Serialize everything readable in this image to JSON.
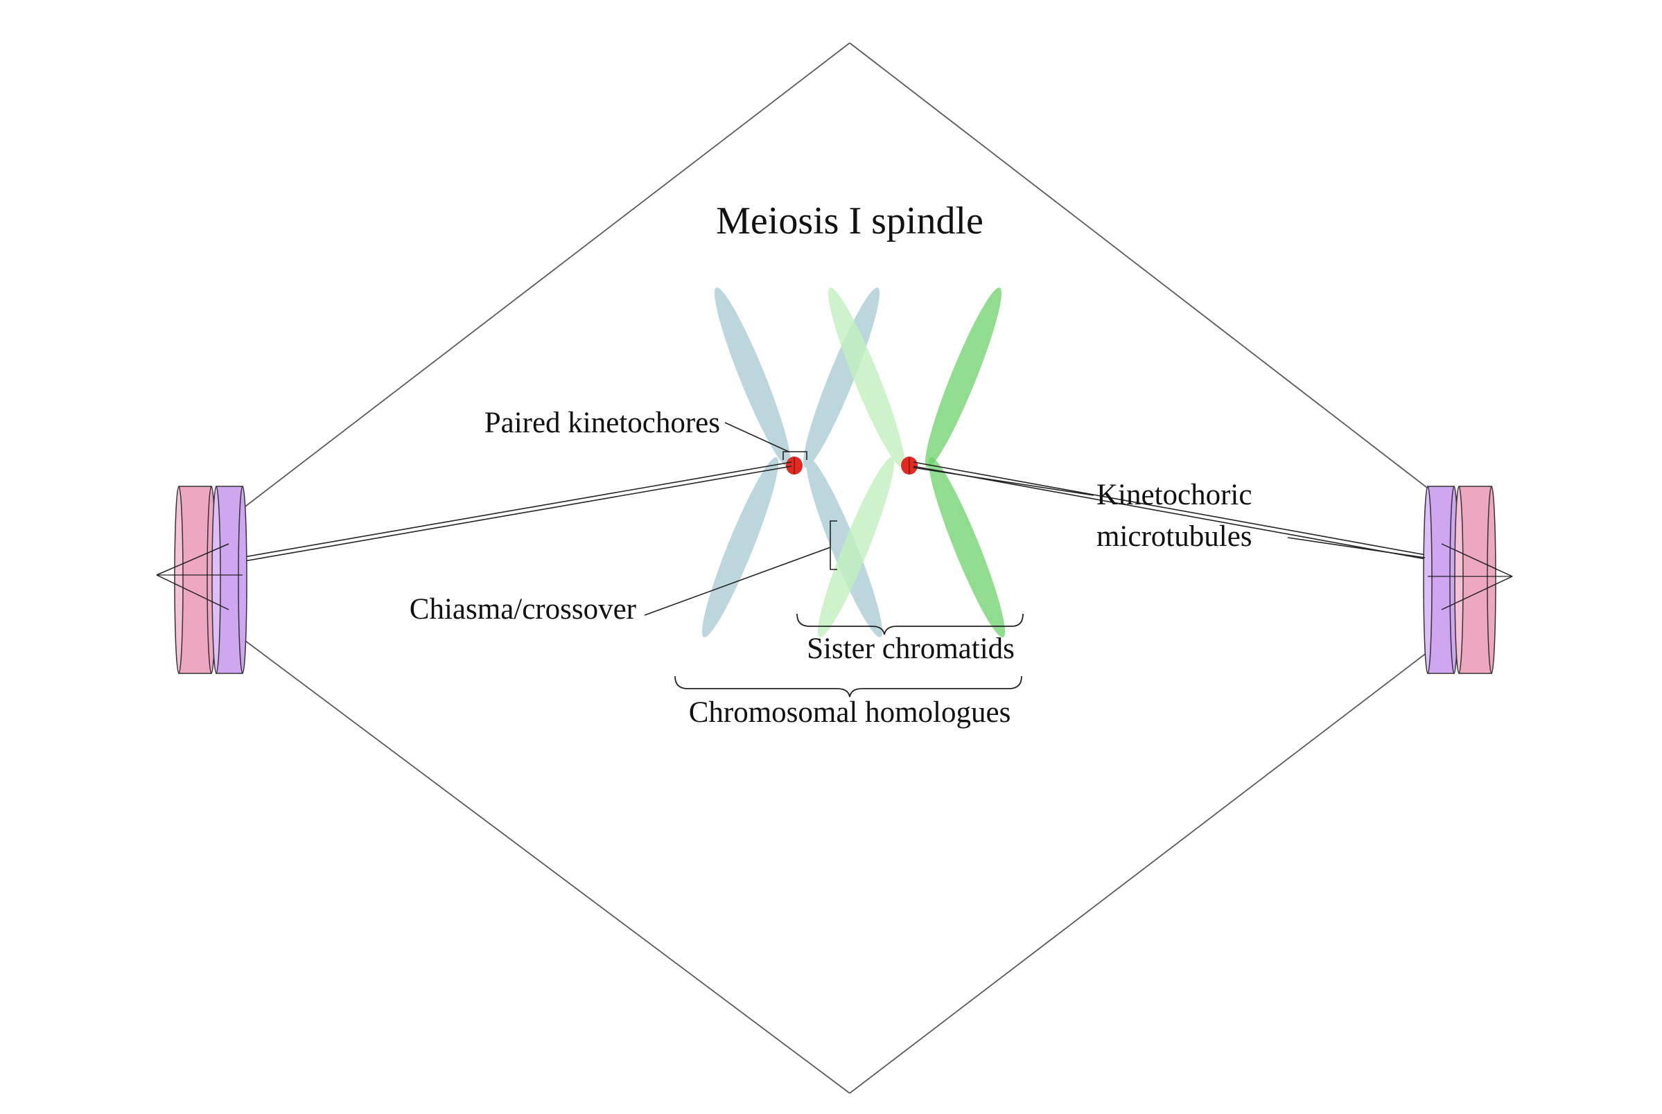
{
  "title": "Meiosis I spindle",
  "labels": {
    "paired_kinetochores": "Paired kinetochores",
    "kinetochoric_line1": "Kinetochoric",
    "kinetochoric_line2": "microtubules",
    "chiasma": "Chiasma/crossover",
    "sister_chromatids": "Sister chromatids",
    "homologues": "Chromosomal homologues"
  },
  "colors": {
    "homologue_blue": "#a8ccd4",
    "homologue_green_light": "#c2f0bd",
    "homologue_green": "#6bd16a",
    "kinetochore": "#e02a22",
    "centriole_pink": "#eea7c0",
    "centriole_purple": "#cfa6f0",
    "spindle_line": "#555555"
  }
}
